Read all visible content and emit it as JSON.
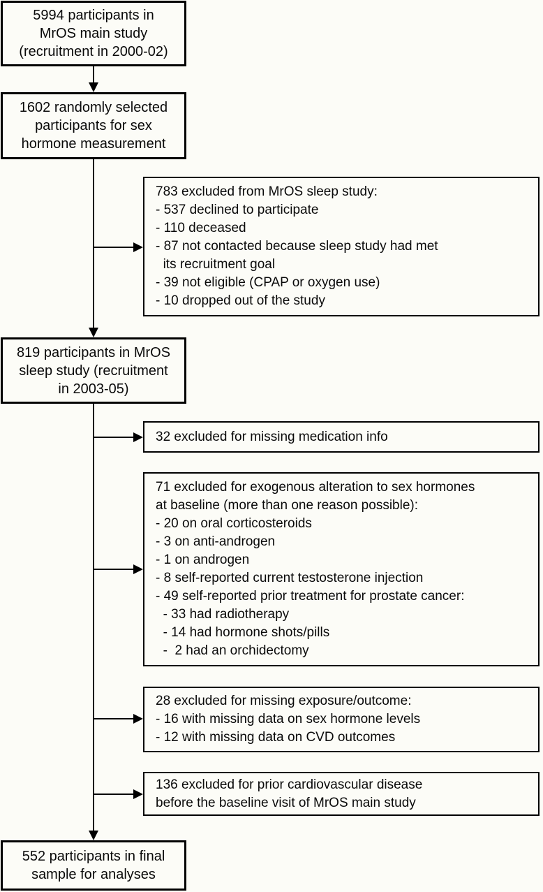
{
  "diagram": {
    "background_color": "#FCFCF7",
    "line_color": "#000000",
    "flow_boxes": {
      "main_study": {
        "lines": [
          "5994 participants in",
          "MrOS main study",
          "(recruitment in 2000-02)"
        ]
      },
      "hormone_selection": {
        "lines": [
          "1602 randomly selected",
          "participants for sex",
          "hormone measurement"
        ]
      },
      "sleep_study": {
        "lines": [
          "819 participants in MrOS",
          "sleep study (recruitment",
          "in 2003-05)"
        ]
      },
      "final_sample": {
        "lines": [
          "552 participants in final",
          "sample for analyses"
        ]
      }
    },
    "exclusion_boxes": {
      "sleep_study_exclusions": {
        "lines": [
          "783 excluded from MrOS sleep study:",
          "- 537 declined to participate",
          "- 110 deceased",
          "- 87 not contacted because sleep study had met",
          "  its recruitment goal",
          "- 39 not eligible (CPAP or oxygen use)",
          "- 10 dropped out of the study"
        ]
      },
      "medication_exclusion": {
        "lines": [
          "32 excluded for missing medication info"
        ]
      },
      "hormone_alteration_exclusions": {
        "lines": [
          "71 excluded for exogenous alteration to sex hormones",
          "at baseline (more than one reason possible):",
          "- 20 on oral corticosteroids",
          "- 3 on anti-androgen",
          "- 1 on androgen",
          "- 8 self-reported current testosterone injection",
          "- 49 self-reported prior treatment for prostate cancer:",
          "  - 33 had radiotherapy",
          "  - 14 had hormone shots/pills",
          "  -  2 had an orchidectomy"
        ]
      },
      "missing_exposure_outcome_exclusions": {
        "lines": [
          "28 excluded for missing exposure/outcome:",
          "- 16 with missing data on sex hormone levels",
          "- 12 with missing data on CVD outcomes"
        ]
      },
      "prior_cvd_exclusion": {
        "lines": [
          "136 excluded for prior cardiovascular disease",
          "before the baseline visit of MrOS main study"
        ]
      }
    }
  }
}
